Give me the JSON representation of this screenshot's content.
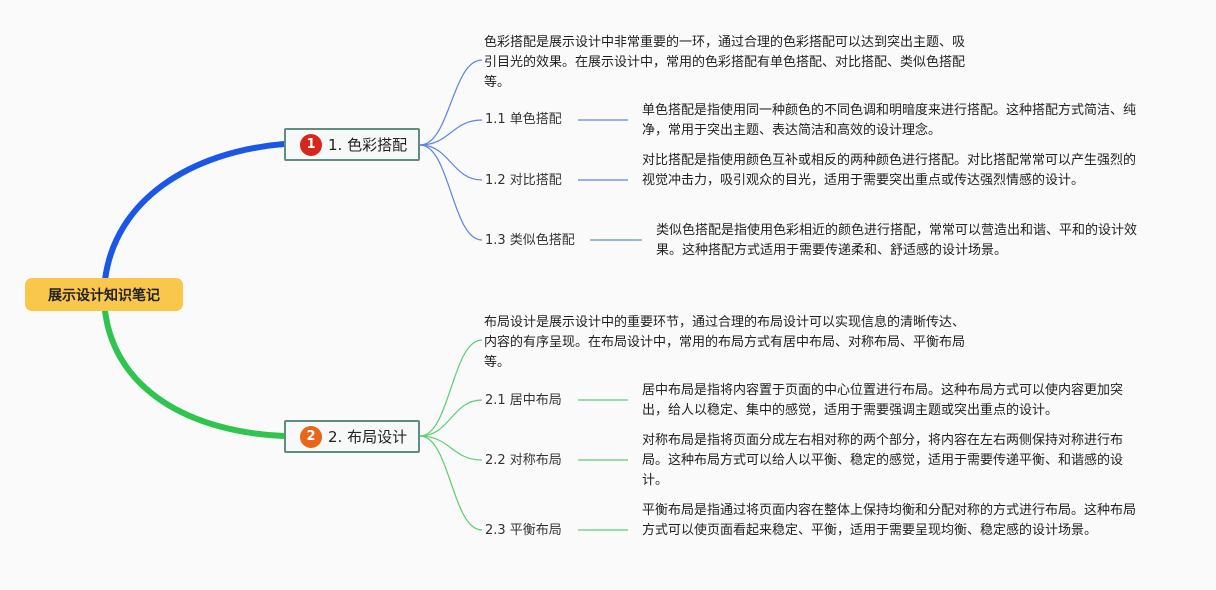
{
  "root": {
    "label": "展示设计知识笔记"
  },
  "topics": [
    {
      "badge": "1",
      "label": "1. 色彩搭配",
      "color": "#1a56e8",
      "badge_color": "#d9261c",
      "intro": "色彩搭配是展示设计中非常重要的一环，通过合理的色彩搭配可以达到突出主题、吸引目光的效果。在展示设计中，常用的色彩搭配有单色搭配、对比搭配、类似色搭配等。",
      "subs": [
        {
          "label": "1.1 单色搭配",
          "detail": "单色搭配是指使用同一种颜色的不同色调和明暗度来进行搭配。这种搭配方式简洁、纯净，常用于突出主题、表达简洁和高效的设计理念。"
        },
        {
          "label": "1.2 对比搭配",
          "detail": "对比搭配是指使用颜色互补或相反的两种颜色进行搭配。对比搭配常常可以产生强烈的视觉冲击力，吸引观众的目光，适用于需要突出重点或传达强烈情感的设计。"
        },
        {
          "label": "1.3 类似色搭配",
          "detail": "类似色搭配是指使用色彩相近的颜色进行搭配，常常可以营造出和谐、平和的设计效果。这种搭配方式适用于需要传递柔和、舒适感的设计场景。"
        }
      ]
    },
    {
      "badge": "2",
      "label": "2. 布局设计",
      "color": "#2ec44e",
      "badge_color": "#e8651a",
      "intro": "布局设计是展示设计中的重要环节，通过合理的布局设计可以实现信息的清晰传达、内容的有序呈现。在布局设计中，常用的布局方式有居中布局、对称布局、平衡布局等。",
      "subs": [
        {
          "label": "2.1 居中布局",
          "detail": "居中布局是指将内容置于页面的中心位置进行布局。这种布局方式可以使内容更加突出，给人以稳定、集中的感觉，适用于需要强调主题或突出重点的设计。"
        },
        {
          "label": "2.2 对称布局",
          "detail": "对称布局是指将页面分成左右相对称的两个部分，将内容在左右两侧保持对称进行布局。这种布局方式可以给人以平衡、稳定的感觉，适用于需要传递平衡、和谐感的设计。"
        },
        {
          "label": "2.3 平衡布局",
          "detail": "平衡布局是指通过将页面内容在整体上保持均衡和分配对称的方式进行布局。这种布局方式可以使页面看起来稳定、平衡，适用于需要呈现均衡、稳定感的设计场景。"
        }
      ]
    }
  ]
}
